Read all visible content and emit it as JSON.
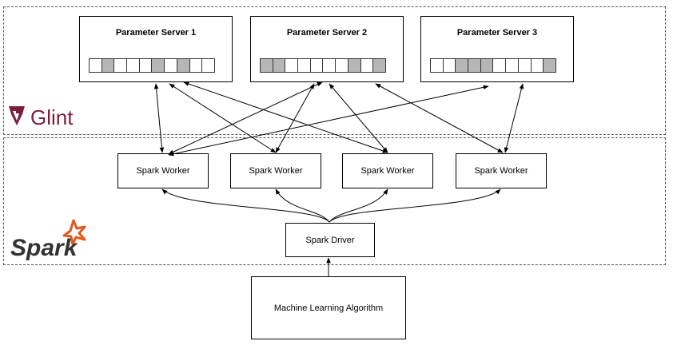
{
  "parameter_servers": [
    {
      "title": "Parameter Server 1",
      "cells": [
        0,
        1,
        0,
        0,
        0,
        1,
        0,
        1,
        0,
        0
      ]
    },
    {
      "title": "Parameter Server 2",
      "cells": [
        1,
        1,
        0,
        0,
        0,
        0,
        0,
        1,
        0,
        1
      ]
    },
    {
      "title": "Parameter Server 3",
      "cells": [
        0,
        0,
        1,
        1,
        1,
        0,
        0,
        0,
        0,
        1
      ]
    }
  ],
  "workers": [
    "Spark Worker",
    "Spark Worker",
    "Spark Worker",
    "Spark Worker"
  ],
  "driver": "Spark Driver",
  "algorithm": "Machine Learning Algorithm",
  "logos": {
    "glint": "Glint",
    "spark": "Spark",
    "glint_color": "#7a1f3a",
    "spark_star_color": "#e25a1c",
    "spark_text_color": "#333333"
  }
}
